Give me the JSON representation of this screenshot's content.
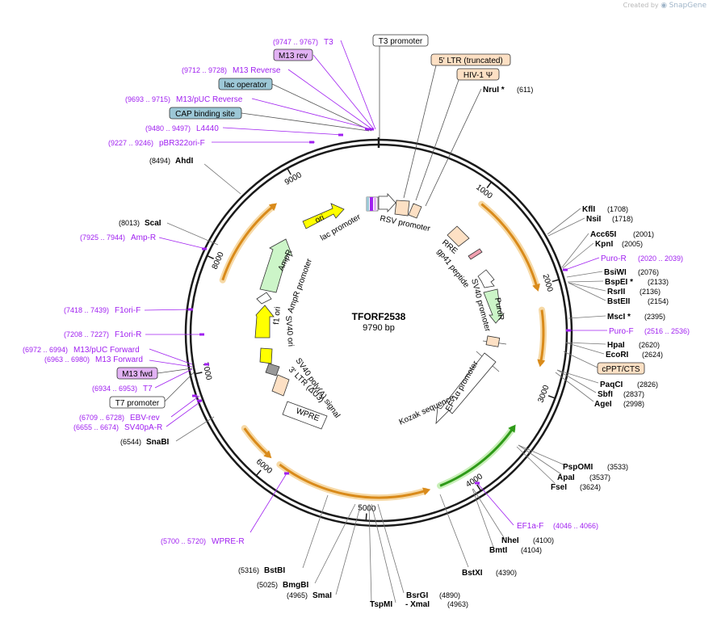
{
  "header": {
    "credit_text": "Created by",
    "brand": "SnapGene"
  },
  "plasmid": {
    "name": "TFORF2538",
    "length_label": "9790 bp",
    "total_bp": 9790
  },
  "ruler": [
    {
      "bp": 1000,
      "label": "1000"
    },
    {
      "bp": 2000,
      "label": "2000"
    },
    {
      "bp": 3000,
      "label": "3000"
    },
    {
      "bp": 4000,
      "label": "4000"
    },
    {
      "bp": 5000,
      "label": "5000"
    },
    {
      "bp": 6000,
      "label": "6000"
    },
    {
      "bp": 7000,
      "label": "7000"
    },
    {
      "bp": 8000,
      "label": "8000"
    },
    {
      "bp": 9000,
      "label": "9000"
    }
  ],
  "colors": {
    "backbone": "#1a1a1a",
    "primer": "#a020f0",
    "enzyme_line": "#7a7a7a",
    "orange_feature": "#d98a1a",
    "green_feature": "#2e9a18",
    "ori_fill": "#ffff00",
    "promoter_fill": "#ffffff",
    "ampr_fill": "#ccf5c8",
    "ltr_fill": "#fde0c4",
    "operator_fill": "#9cc7d6",
    "m13_fill": "#e2b2f4",
    "cppt_fill": "#fde0c4"
  },
  "labels": {
    "T3": {
      "text": "T3",
      "range": "(9747 .. 9767)"
    },
    "M13rev": {
      "text": "M13 rev"
    },
    "T3prom": {
      "text": "T3 promoter"
    },
    "LTR": {
      "text": "5' LTR (truncated)"
    },
    "HIV": {
      "text": "HIV-1 Ψ"
    },
    "M13Reverse": {
      "text": "M13 Reverse",
      "range": "(9712 .. 9728)"
    },
    "lacop": {
      "text": "lac operator"
    },
    "NruI": {
      "text": "NruI *",
      "pos": "(611)"
    },
    "M13pUCRev": {
      "text": "M13/pUC Reverse",
      "range": "(9693 .. 9715)"
    },
    "CAP": {
      "text": "CAP binding site"
    },
    "L4440": {
      "text": "L4440",
      "range": "(9480 .. 9497)"
    },
    "pBR322": {
      "text": "pBR322ori-F",
      "range": "(9227 .. 9246)"
    },
    "AhdI": {
      "text": "AhdI",
      "pos": "(8494)"
    },
    "ScaI": {
      "text": "ScaI",
      "pos": "(8013)"
    },
    "AmpR_primer": {
      "text": "Amp-R",
      "range": "(7925 .. 7944)"
    },
    "F1oriF": {
      "text": "F1ori-F",
      "range": "(7418 .. 7439)"
    },
    "F1oriR": {
      "text": "F1ori-R",
      "range": "(7208 .. 7227)"
    },
    "M13pUCFwd": {
      "text": "M13/pUC Forward",
      "range": "(6972 .. 6994)"
    },
    "M13Forward": {
      "text": "M13 Forward",
      "range": "(6963 .. 6980)"
    },
    "M13fwd": {
      "text": "M13 fwd"
    },
    "T7": {
      "text": "T7",
      "range": "(6934 .. 6953)"
    },
    "T7prom": {
      "text": "T7 promoter"
    },
    "EBVrev": {
      "text": "EBV-rev",
      "range": "(6709 .. 6728)"
    },
    "SV40pAR": {
      "text": "SV40pA-R",
      "range": "(6655 .. 6674)"
    },
    "SnaBI": {
      "text": "SnaBI",
      "pos": "(6544)"
    },
    "WPRER": {
      "text": "WPRE-R",
      "range": "(5700 .. 5720)"
    },
    "BstBI": {
      "text": "BstBI",
      "pos": "(5316)"
    },
    "BmgBI": {
      "text": "BmgBI",
      "pos": "(5025)"
    },
    "SmaI": {
      "text": "SmaI",
      "pos": "(4965)"
    },
    "TspMI": {
      "text": "TspMI"
    },
    "XmaI": {
      "text": "- XmaI",
      "pos": "(4963)"
    },
    "BsrGI": {
      "text": "BsrGI",
      "pos": "(4890)"
    },
    "BstXI": {
      "text": "BstXI",
      "pos": "(4390)"
    },
    "BmtI": {
      "text": "BmtI",
      "pos": "(4104)"
    },
    "NheI": {
      "text": "NheI",
      "pos": "(4100)"
    },
    "EF1aF": {
      "text": "EF1a-F",
      "range": "(4046 .. 4066)"
    },
    "FseI": {
      "text": "FseI",
      "pos": "(3624)"
    },
    "ApaI": {
      "text": "ApaI",
      "pos": "(3537)"
    },
    "PspOMI": {
      "text": "PspOMI",
      "pos": "(3533)"
    },
    "AgeI": {
      "text": "AgeI",
      "pos": "(2998)"
    },
    "SbfI": {
      "text": "SbfI",
      "pos": "(2837)"
    },
    "PaqCI": {
      "text": "PaqCI",
      "pos": "(2826)"
    },
    "cPPT": {
      "text": "cPPT/CTS"
    },
    "EcoRI": {
      "text": "EcoRI",
      "pos": "(2624)"
    },
    "HpaI": {
      "text": "HpaI",
      "pos": "(2620)"
    },
    "PuroF": {
      "text": "Puro-F",
      "range": "(2516 .. 2536)"
    },
    "MscI": {
      "text": "MscI *",
      "pos": "(2395)"
    },
    "BstEII": {
      "text": "BstEII",
      "pos": "(2154)"
    },
    "RsrII": {
      "text": "RsrII",
      "pos": "(2136)"
    },
    "BspEI": {
      "text": "BspEI *",
      "pos": "(2133)"
    },
    "BsiWI": {
      "text": "BsiWI",
      "pos": "(2076)"
    },
    "PuroRprimer": {
      "text": "Puro-R",
      "range": "(2020 .. 2039)"
    },
    "KpnI": {
      "text": "KpnI",
      "pos": "(2005)"
    },
    "Acc65I": {
      "text": "Acc65I",
      "pos": "(2001)"
    },
    "NsiI": {
      "text": "NsiI",
      "pos": "(1718)"
    },
    "KflI": {
      "text": "KflI",
      "pos": "(1708)"
    }
  },
  "inner_labels": {
    "ori": "ori",
    "lac_promoter": "lac promoter",
    "rsv_promoter": "RSV promoter",
    "rre": "RRE",
    "gp41": "gp41 peptide",
    "sv40_promoter": "SV40 promoter",
    "puror": "PuroR",
    "ampr": "AmpR",
    "ampr_promoter": "AmpR promoter",
    "f1_ori": "f1 ori",
    "sv40_ori": "SV40 ori",
    "sv40_polya": "SV40 poly(A) signal",
    "ltr3": "3' LTR (ΔU3)",
    "wpre": "WPRE",
    "kozak": "Kozak sequence",
    "ef1a_promoter": "EF-1α promoter"
  },
  "chart_data": {
    "type": "plasmid-map",
    "name": "TFORF2538",
    "length_bp": 9790,
    "orfs": [
      {
        "start": 1050,
        "end": 2000,
        "color": "orange"
      },
      {
        "start": 2230,
        "end": 2720,
        "color": "orange"
      },
      {
        "start": 3420,
        "end": 4300,
        "color": "green",
        "strand": "-"
      },
      {
        "start": 4450,
        "end": 5900,
        "color": "orange",
        "strand": "-"
      },
      {
        "start": 6050,
        "end": 6380,
        "color": "orange",
        "strand": "-"
      },
      {
        "start": 7850,
        "end": 8700,
        "color": "orange"
      }
    ]
  }
}
